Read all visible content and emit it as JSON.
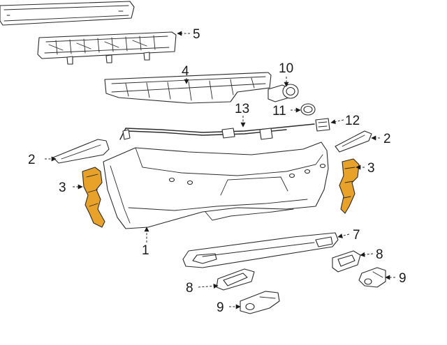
{
  "diagram": {
    "highlight_color": "#e8a22a",
    "line_color": "#2a2a2a",
    "callouts": {
      "c1": "1",
      "c2_left": "2",
      "c2_right": "2",
      "c3_left": "3",
      "c3_right": "3",
      "c4": "4",
      "c5": "5",
      "c7": "7",
      "c8_lower": "8",
      "c8_right": "8",
      "c9_lower": "9",
      "c9_right": "9",
      "c10": "10",
      "c11": "11",
      "c12": "12",
      "c13": "13"
    }
  }
}
